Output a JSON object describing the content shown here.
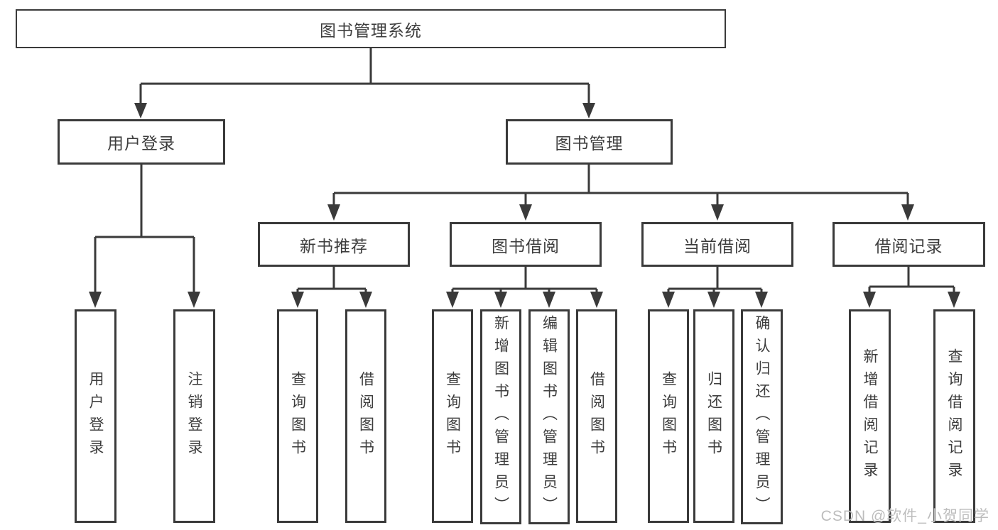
{
  "colors": {
    "line": "#3a3a3a",
    "text": "#3d3d3d",
    "watermark": "#bdbdbd",
    "background": "#ffffff"
  },
  "watermark": "CSDN @软件_小贺同学",
  "tree": {
    "root": "图书管理系统",
    "branches": [
      {
        "label": "用户登录",
        "children": [
          "用户登录",
          "注销登录"
        ]
      },
      {
        "label": "图书管理",
        "children": [
          {
            "label": "新书推荐",
            "children": [
              "查询图书",
              "借阅图书"
            ]
          },
          {
            "label": "图书借阅",
            "children": [
              "查询图书",
              "新增图书（管理员）",
              "编辑图书（管理员）",
              "借阅图书"
            ]
          },
          {
            "label": "当前借阅",
            "children": [
              "查询图书",
              "归还图书",
              "确认归还（管理员）"
            ]
          },
          {
            "label": "借阅记录",
            "children": [
              "新增借阅记录",
              "查询借阅记录"
            ]
          }
        ]
      }
    ]
  }
}
